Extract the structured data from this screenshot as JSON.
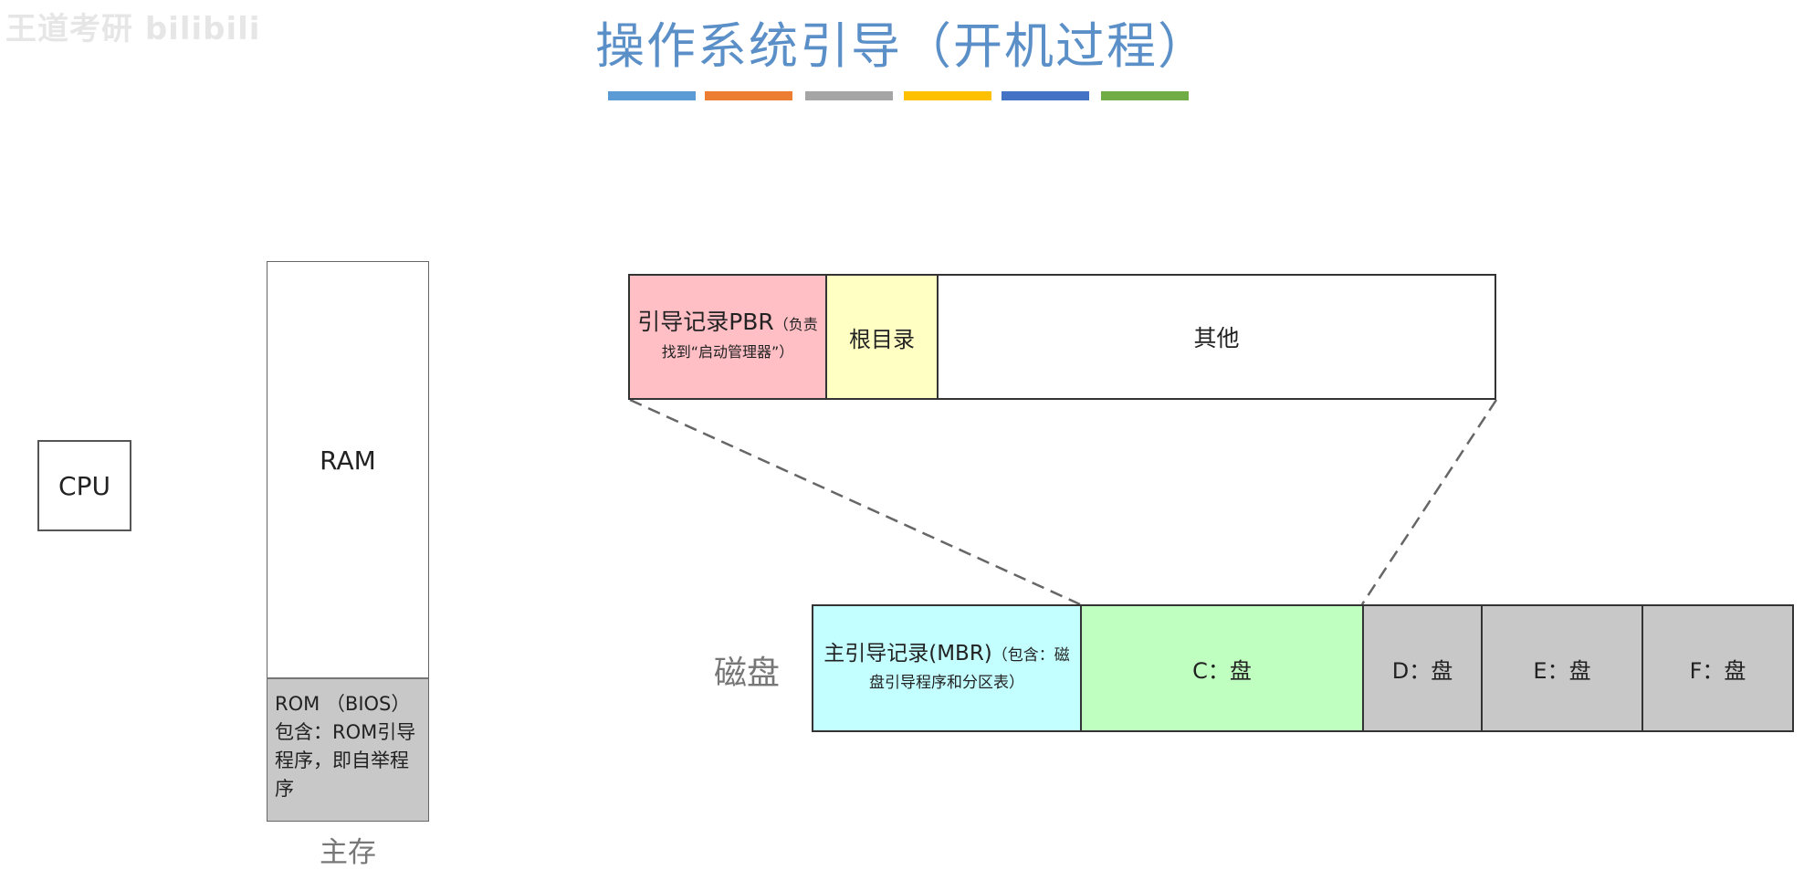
{
  "watermark": "王道考研 bilibili",
  "title": "操作系统引导（开机过程）",
  "title_bar_colors": [
    "#5b9bd5",
    "#ed7d31",
    "#a5a5a5",
    "#ffc000",
    "#4472c4",
    "#70ad47"
  ],
  "cpu": {
    "label": "CPU"
  },
  "memory": {
    "ram_label": "RAM",
    "rom_text": "ROM （BIOS）包含：ROM引导程序，即自举程序",
    "label": "主存"
  },
  "partition": {
    "pbr_label": "引导记录PBR",
    "pbr_note": "（负责找到“启动管理器”）",
    "root_dir": "根目录",
    "other": "其他"
  },
  "disk": {
    "label": "磁盘",
    "mbr_label": "主引导记录(MBR)",
    "mbr_note": "（包含：磁盘引导程序和分区表）",
    "c_drive": "C：盘",
    "d_drive": "D：盘",
    "e_drive": "E：盘",
    "f_drive": "F：盘"
  }
}
